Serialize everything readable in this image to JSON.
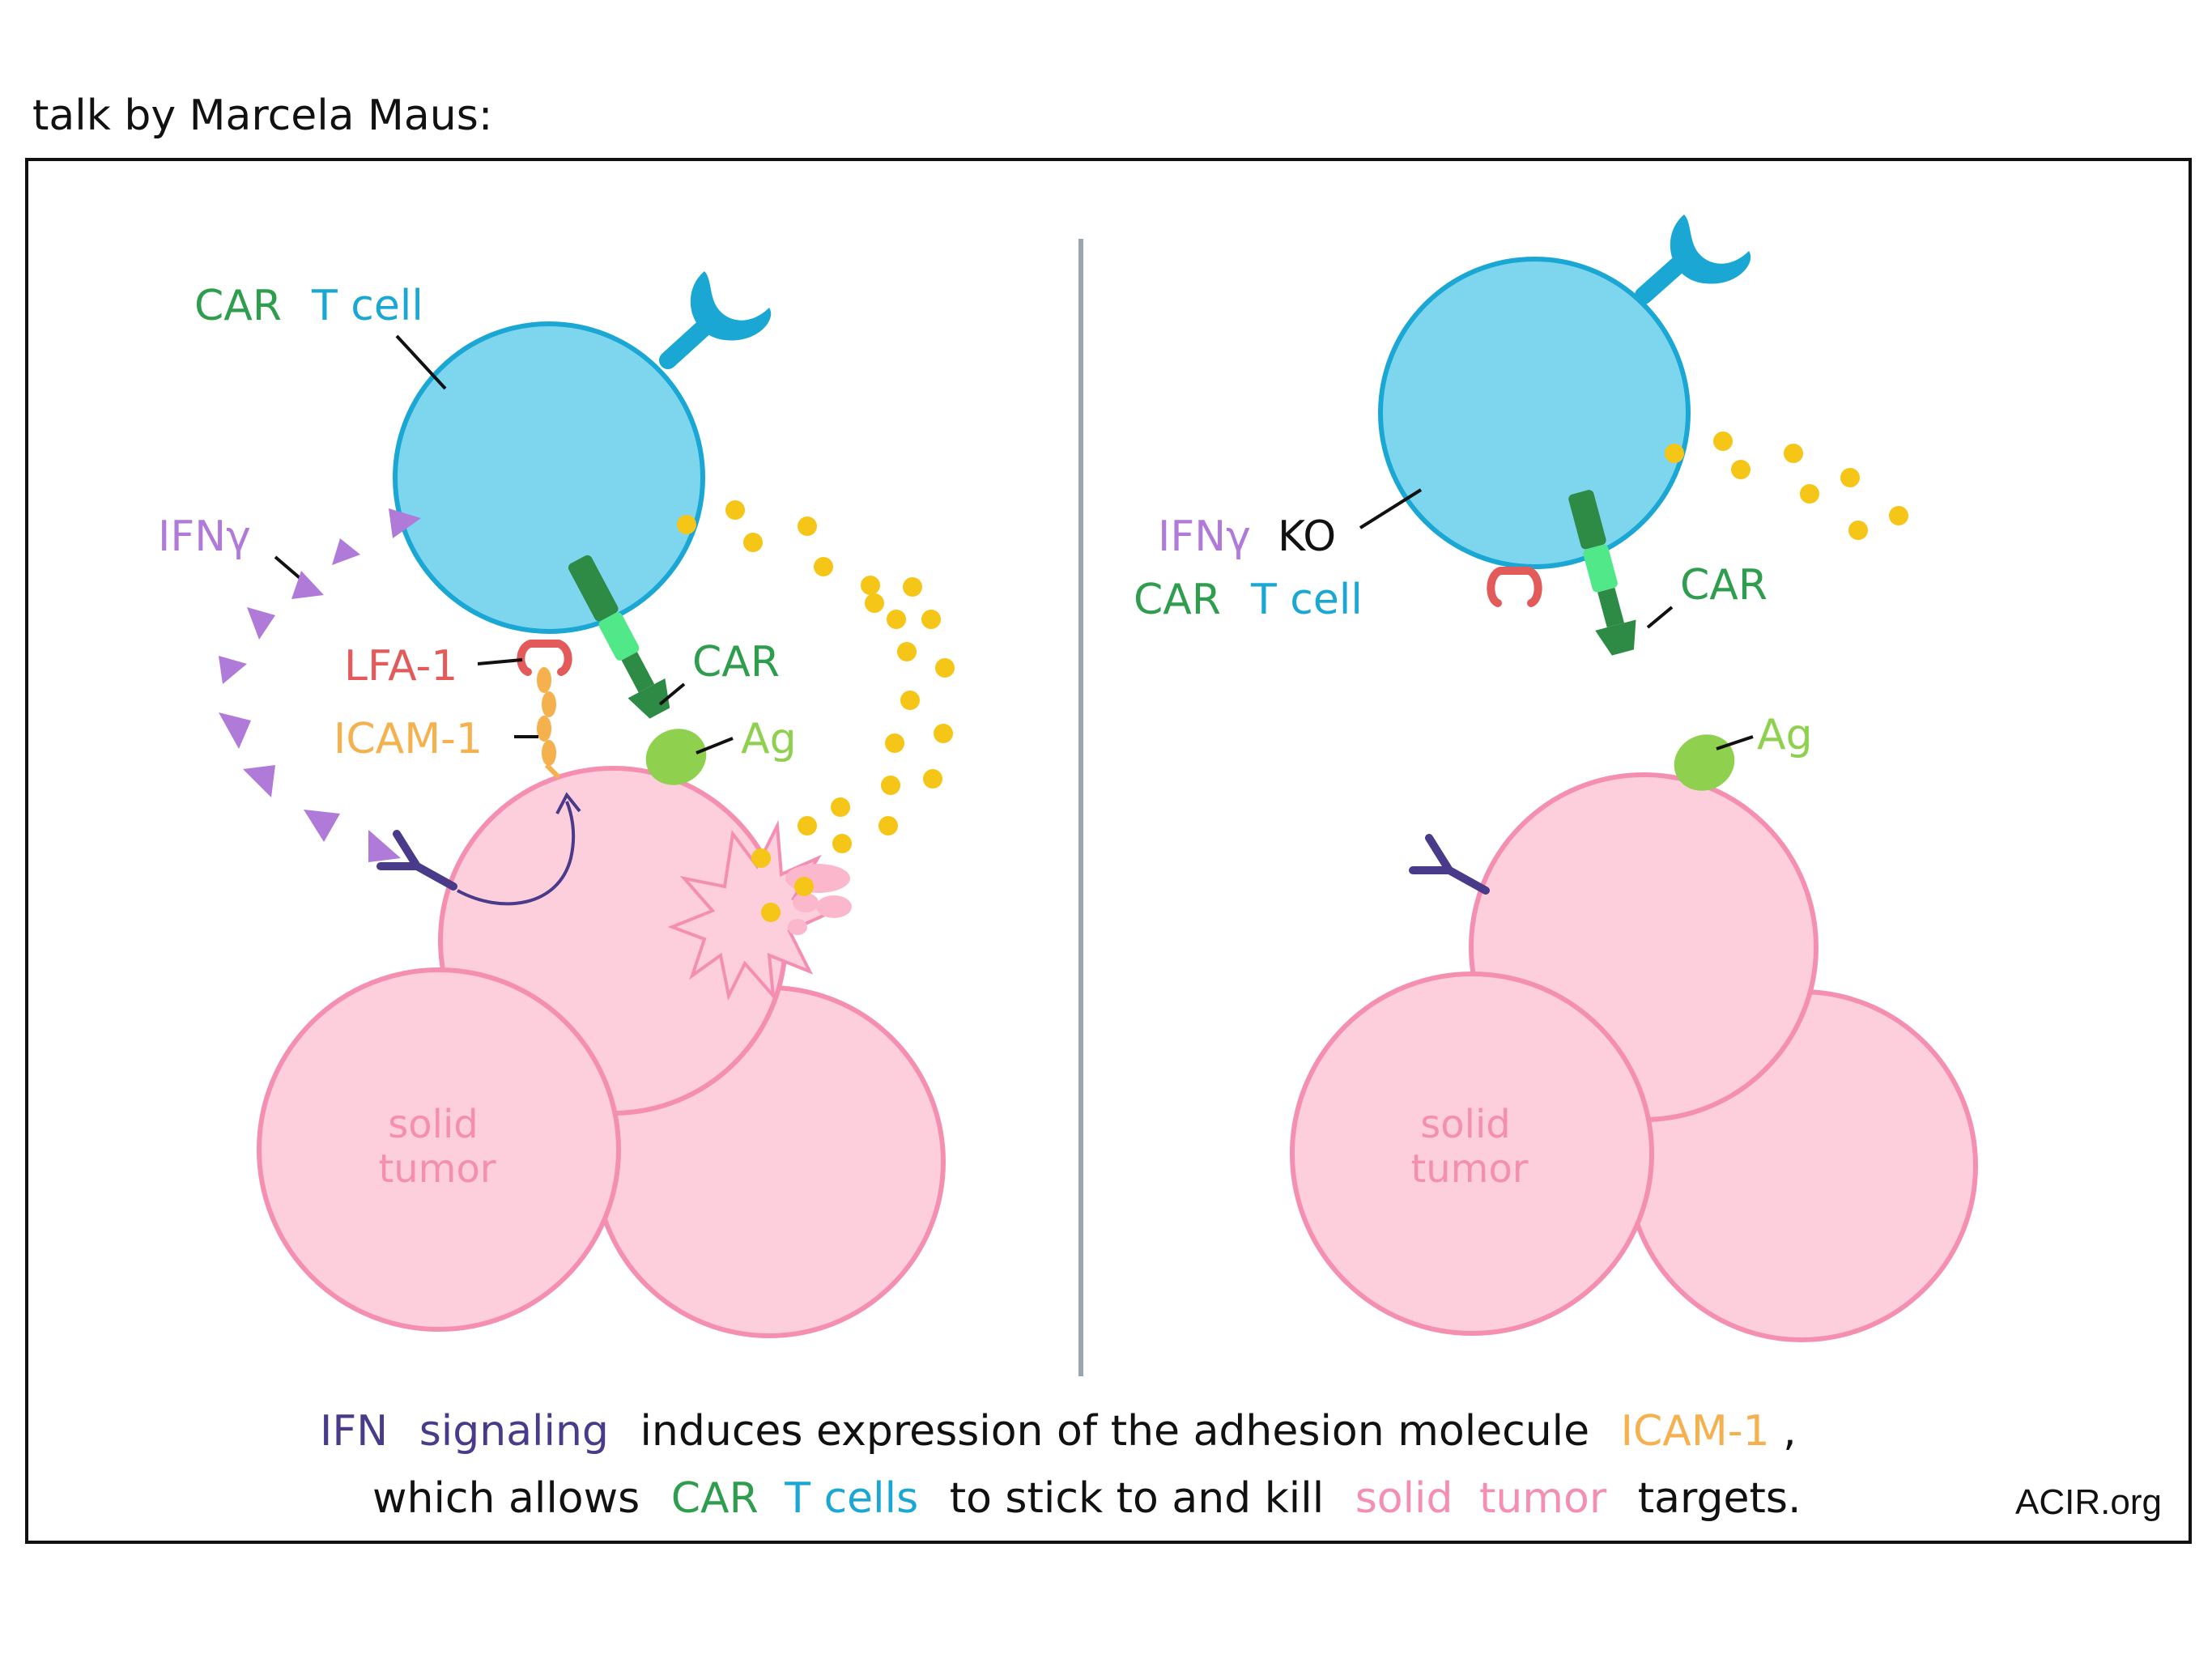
{
  "header": "talk by Marcela Maus:",
  "colors": {
    "cell_fill": "#7dd5ee",
    "cell_stroke": "#1aa7d4",
    "tumor_fill": "#fdcfdc",
    "tumor_stroke": "#f48fb1",
    "car_dark": "#2e8b45",
    "car_light": "#50e888",
    "ag": "#8fd14f",
    "lfa": "#e25a5a",
    "icam": "#f4b14e",
    "ifn": "#b07ad8",
    "dots": "#f5c518",
    "receptor": "#4a3a8a",
    "divider": "#9aa7b0"
  },
  "left_panel": {
    "cell_label_car": "CAR",
    "cell_label_tcell": "T cell",
    "ifn_label": "IFNγ",
    "lfa_label": "LFA-1",
    "icam_label": "ICAM-1",
    "car_label": "CAR",
    "ag_label": "Ag",
    "tumor_line1": "solid",
    "tumor_line2": "tumor"
  },
  "right_panel": {
    "ifn_label": "IFNγ",
    "ko_label": "KO",
    "cell_label_car": "CAR",
    "cell_label_tcell": "T cell",
    "car_label": "CAR",
    "ag_label": "Ag",
    "tumor_line1": "solid",
    "tumor_line2": "tumor"
  },
  "caption": {
    "line1": {
      "ifn": "IFN",
      "signaling": "signaling",
      "mid": "induces expression of the adhesion molecule",
      "icam": "ICAM-1",
      "end": ","
    },
    "line2": {
      "start": "which allows",
      "car": "CAR",
      "tcells": "T cells",
      "mid": "to stick to and kill",
      "solid": "solid",
      "tumor": "tumor",
      "end": "targets."
    }
  },
  "credit": "ACIR.org"
}
